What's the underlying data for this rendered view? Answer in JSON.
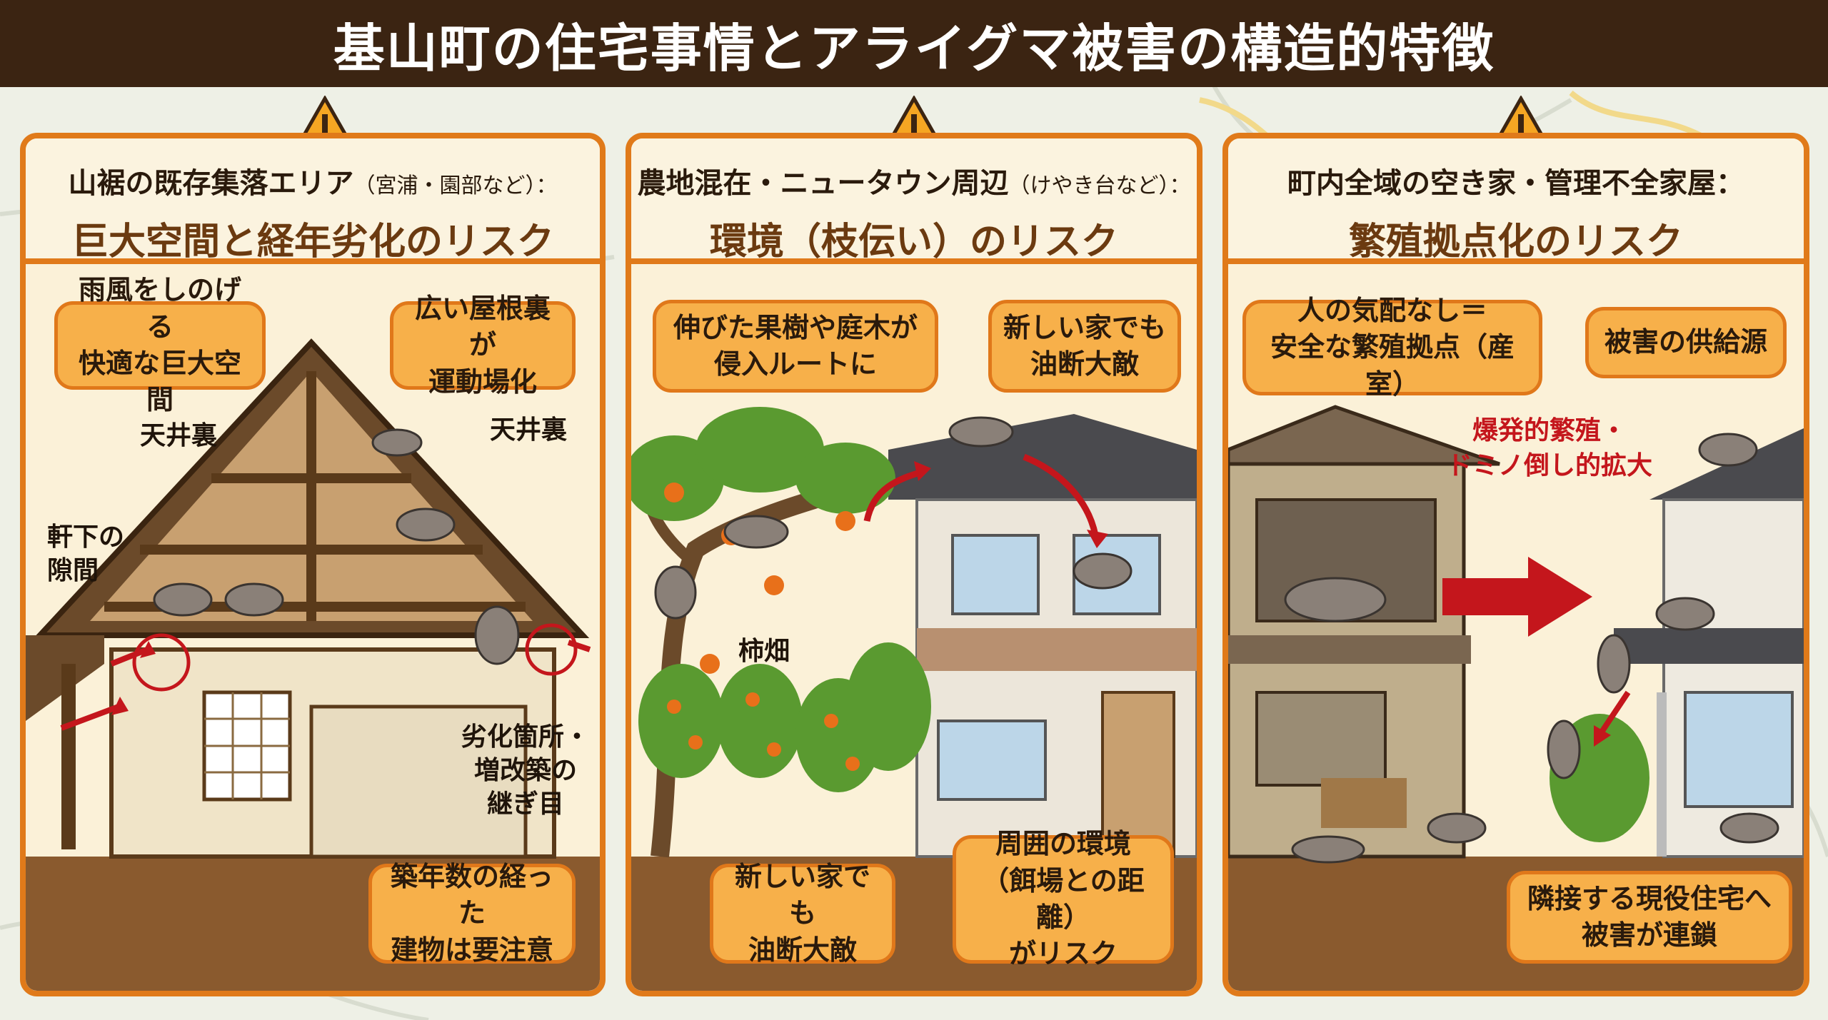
{
  "title": "基山町の住宅事情とアライグマ被害の構造的特徴",
  "panels": [
    {
      "heading_sub": "山裾の既存集落エリア",
      "heading_sub_small": "（宮浦・園部など）：",
      "heading_main": "巨大空間と経年劣化のリスク",
      "callouts": {
        "c1": "雨風をしのげる\n快適な巨大空間",
        "c2": "広い屋根裏が\n運動場化",
        "c3": "築年数の経った\n建物は要注意"
      },
      "labels": {
        "l1": "天井裏",
        "l2": "天井裏",
        "l3": "軒下の\n隙間",
        "l4": "劣化箇所・\n増改築の\n継ぎ目"
      }
    },
    {
      "heading_sub": "農地混在・ニュータウン周辺",
      "heading_sub_small": "（けやき台など）：",
      "heading_main": "環境（枝伝い）のリスク",
      "callouts": {
        "c1": "伸びた果樹や庭木が\n侵入ルートに",
        "c2": "新しい家でも\n油断大敵",
        "c3": "新しい家でも\n油断大敵",
        "c4": "周囲の環境\n（餌場との距離）\nがリスク"
      },
      "labels": {
        "l1": "柿畑"
      }
    },
    {
      "heading_sub": "町内全域の空き家・管理不全家屋：",
      "heading_sub_small": "",
      "heading_main": "繁殖拠点化のリスク",
      "callouts": {
        "c1": "人の気配なし＝\n安全な繁殖拠点（産室）",
        "c2": "被害の供給源",
        "c3": "隣接する現役住宅へ\n被害が連鎖"
      },
      "labels": {
        "red": "爆発的繁殖・\nドミノ倒し的拡大"
      }
    }
  ],
  "icons": [
    "warning-icon",
    "raccoon-icon",
    "persimmon-tree-icon",
    "red-arrow-icon"
  ],
  "colors": {
    "banner": "#3b2412",
    "panel_border": "#e07a1a",
    "callout_fill": "#f7b04a",
    "heading_main": "#6b3a10",
    "alert_red": "#c4161c"
  }
}
